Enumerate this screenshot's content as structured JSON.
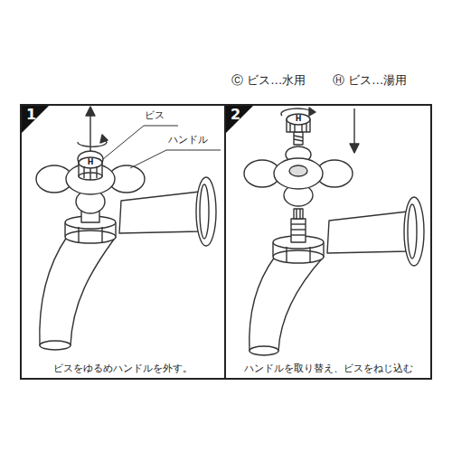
{
  "diagram": {
    "nodes": [
      {
        "text": [
          "1",
          "ビスをゆるめハンドルを外す。"
        ]
      },
      {
        "text": [
          "2",
          "ハンドルを取り替え、ビスをねじ込む"
        ]
      }
    ],
    "labels": [
      "Ⓒ ビス…水用",
      "Ⓗ ビス…湯用",
      "ビス",
      "ハンドル",
      "H",
      "H"
    ]
  }
}
